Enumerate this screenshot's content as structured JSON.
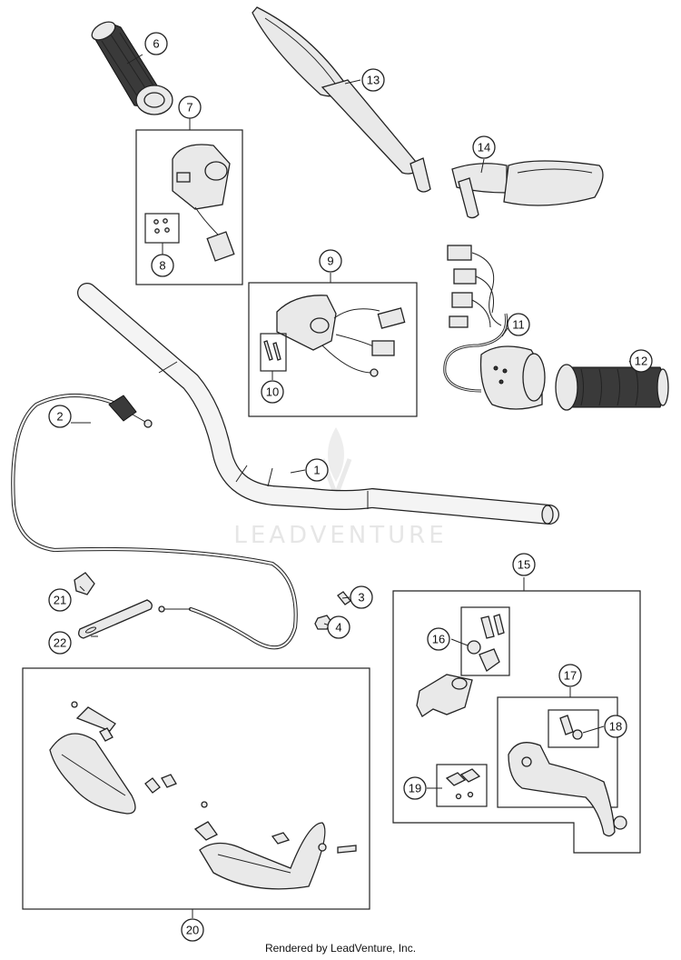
{
  "diagram": {
    "watermark": "LEADVENTURE",
    "callouts": [
      "1",
      "2",
      "3",
      "4",
      "6",
      "7",
      "8",
      "9",
      "10",
      "11",
      "12",
      "13",
      "14",
      "15",
      "16",
      "17",
      "18",
      "19",
      "20",
      "21",
      "22"
    ]
  },
  "footer": {
    "text": "Rendered by LeadVenture, Inc."
  }
}
